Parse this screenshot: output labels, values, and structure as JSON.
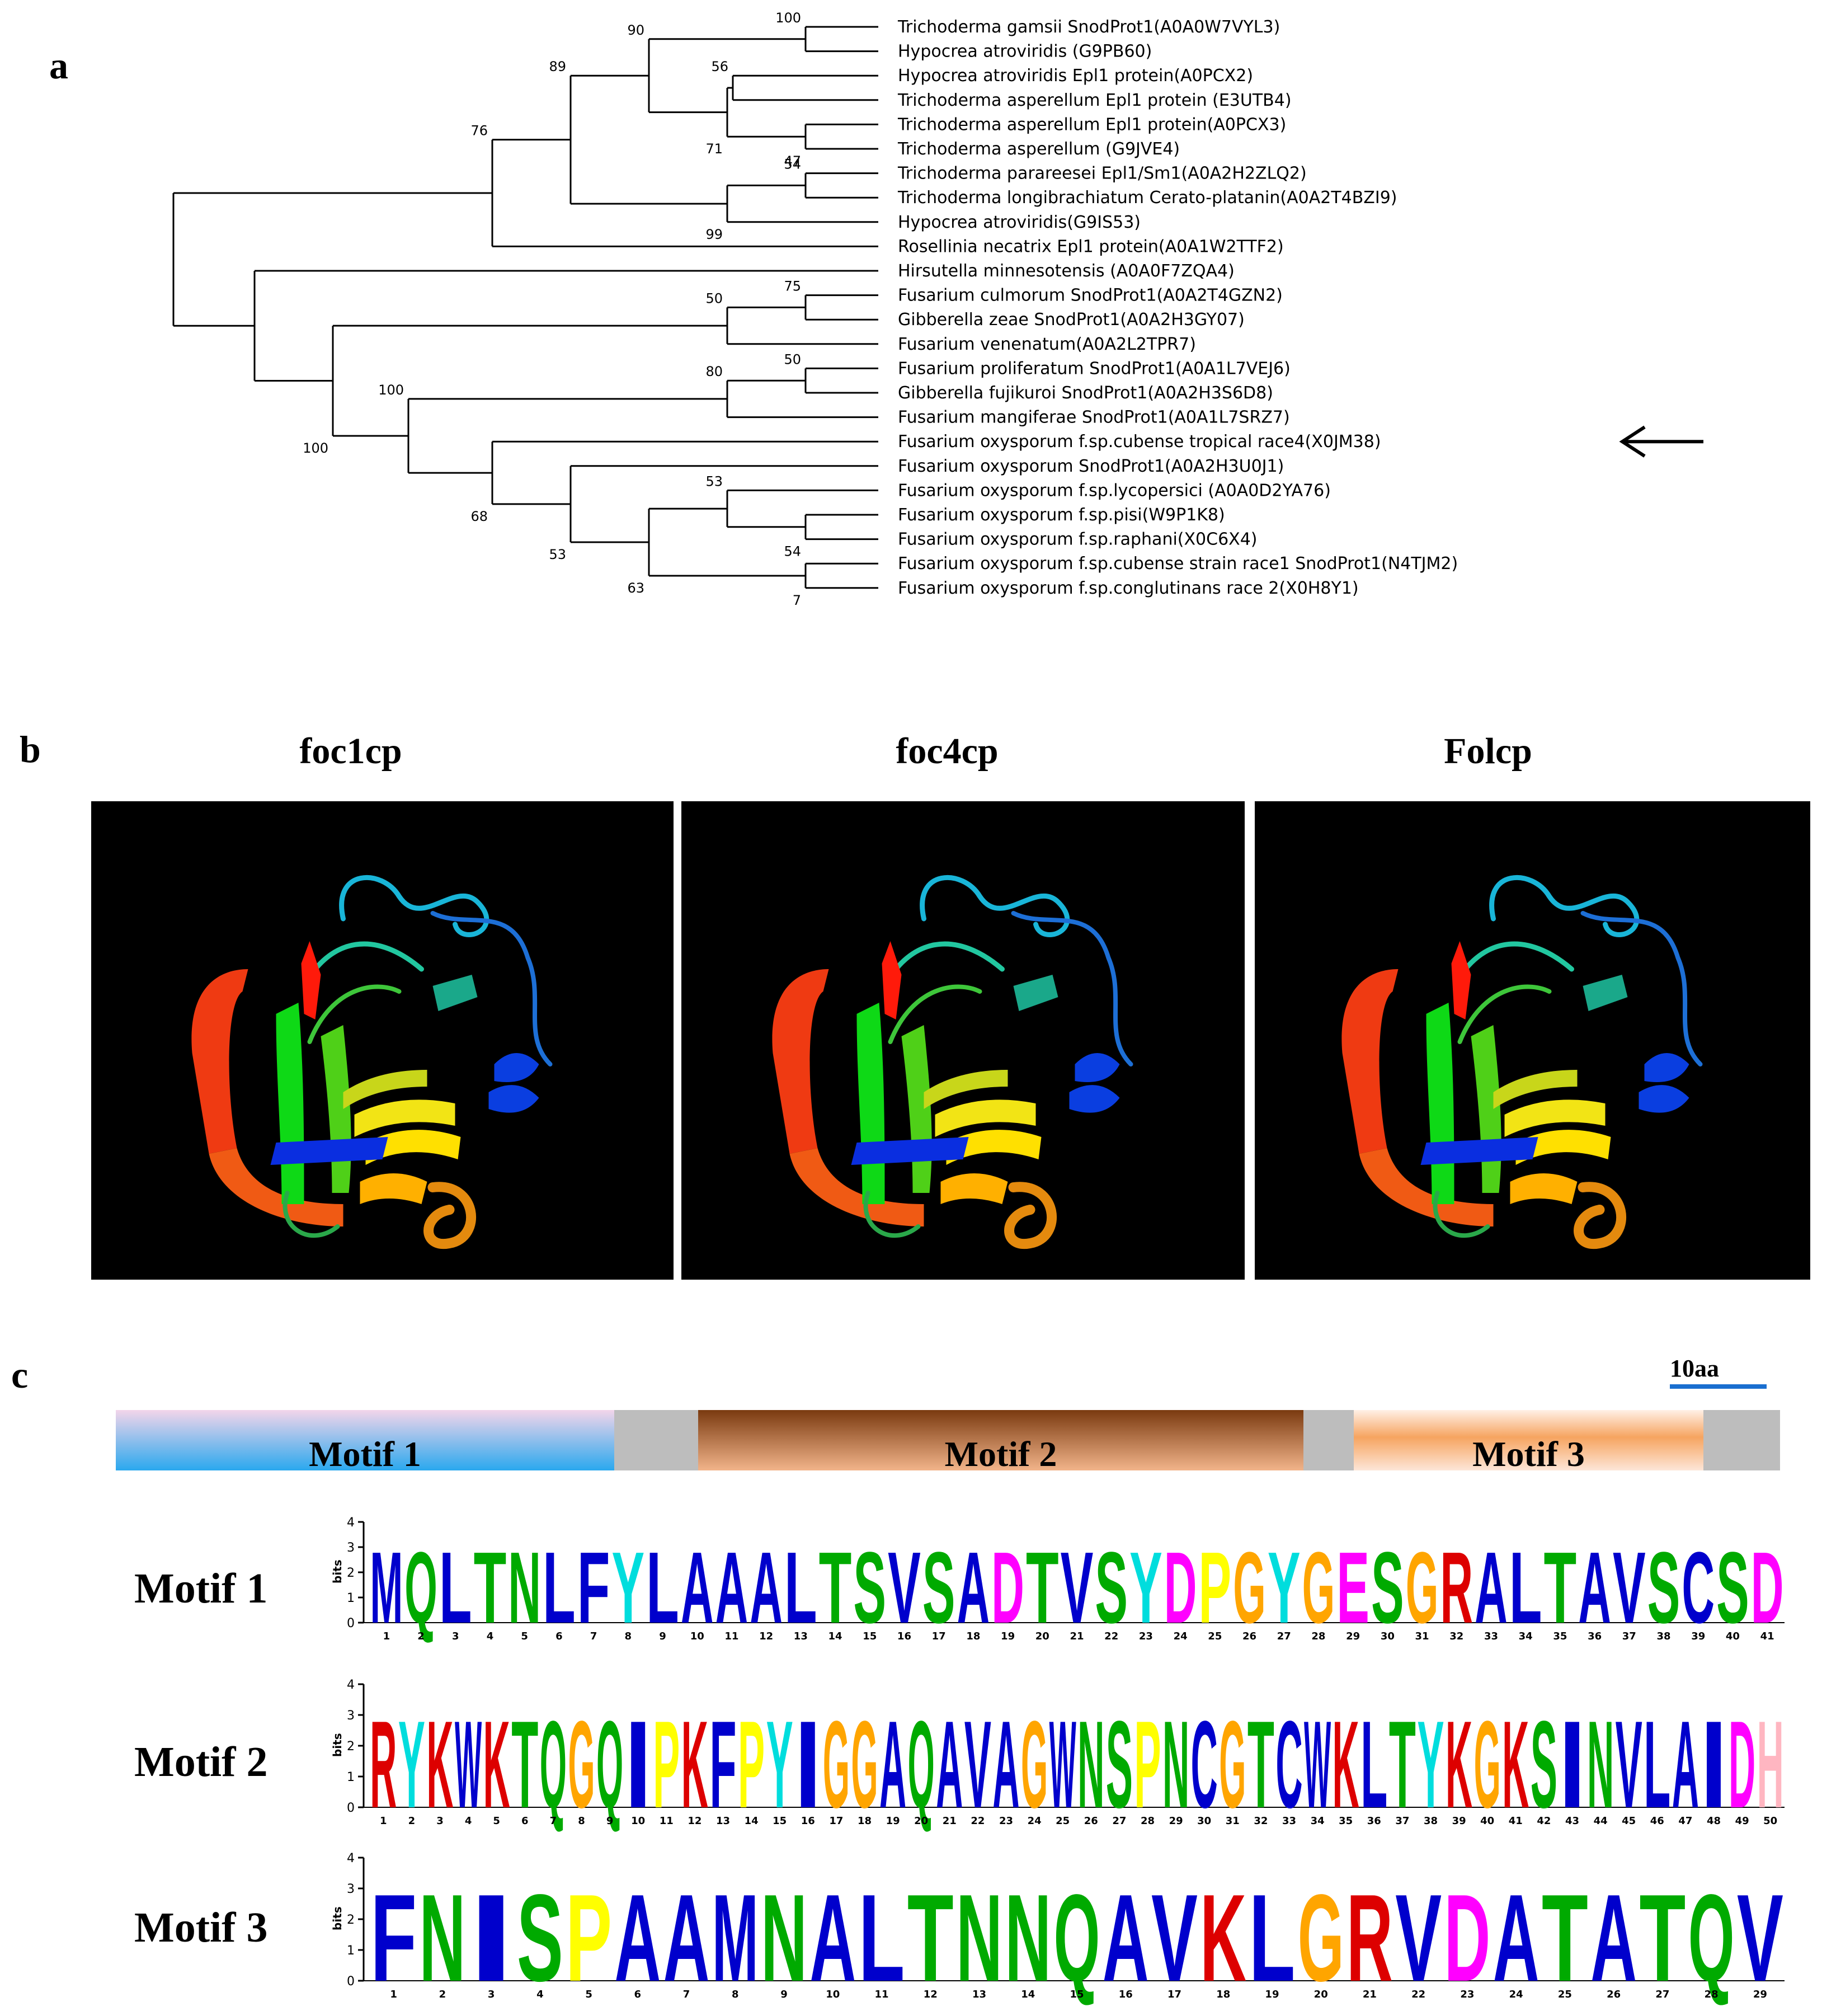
{
  "panels": {
    "a": "a",
    "b": "b",
    "c": "c"
  },
  "tree": {
    "leaves": [
      "Trichoderma gamsii SnodProt1(A0A0W7VYL3)",
      "Hypocrea atroviridis (G9PB60)",
      "Hypocrea atroviridis Epl1 protein(A0PCX2)",
      "Trichoderma asperellum Epl1 protein (E3UTB4)",
      "Trichoderma asperellum Epl1 protein(A0PCX3)",
      "Trichoderma asperellum (G9JVE4)",
      "Trichoderma parareesei Epl1/Sm1(A0A2H2ZLQ2)",
      "Trichoderma longibrachiatum Cerato-platanin(A0A2T4BZI9)",
      "Hypocrea atroviridis(G9IS53)",
      "Rosellinia necatrix Epl1 protein(A0A1W2TTF2)",
      "Hirsutella minnesotensis (A0A0F7ZQA4)",
      "Fusarium culmorum SnodProt1(A0A2T4GZN2)",
      "Gibberella zeae SnodProt1(A0A2H3GY07)",
      "Fusarium venenatum(A0A2L2TPR7)",
      "Fusarium proliferatum SnodProt1(A0A1L7VEJ6)",
      "Gibberella fujikuroi SnodProt1(A0A2H3S6D8)",
      "Fusarium mangiferae SnodProt1(A0A1L7SRZ7)",
      "Fusarium oxysporum f.sp.cubense tropical race4(X0JM38)",
      "Fusarium oxysporum SnodProt1(A0A2H3U0J1)",
      "Fusarium oxysporum f.sp.lycopersici (A0A0D2YA76)",
      "Fusarium oxysporum f.sp.pisi(W9P1K8)",
      "Fusarium oxysporum f.sp.raphani(X0C6X4)",
      "Fusarium oxysporum f.sp.cubense strain race1 SnodProt1(N4TJM2)",
      "Fusarium oxysporum f.sp.conglutinans race 2(X0H8Y1)"
    ],
    "bootstraps": [
      "100",
      "90",
      "56",
      "71",
      "47",
      "89",
      "54",
      "99",
      "76",
      "75",
      "50",
      "80",
      "50",
      "100",
      "100",
      "68",
      "53",
      "53",
      "54",
      "63",
      "7"
    ],
    "arrow_target": "Fusarium oxysporum f.sp.cubense tropical race4(X0JM38)"
  },
  "structures": {
    "titles": [
      "foc1cp",
      "foc4cp",
      "Folcp"
    ]
  },
  "motif_map": {
    "scale_label": "10aa",
    "motifs": [
      {
        "label": "Motif 1",
        "top": "#f3d5ea",
        "bottom": "#2aa8ee"
      },
      {
        "label": "Motif 2",
        "top": "#7a3a10",
        "bottom": "#f2b48a"
      },
      {
        "label": "Motif 3",
        "top": "#fff0e6",
        "bottom": "#f6a460"
      }
    ],
    "gap_color": "#bdbdbd"
  },
  "logos": {
    "axis_label": "bits",
    "axis_ticks": [
      "0",
      "1",
      "2",
      "3",
      "4"
    ],
    "rows": [
      {
        "title": "Motif 1",
        "letters": [
          "M",
          "Q",
          "L",
          "T",
          "N",
          "L",
          "F",
          "Y",
          "L",
          "A",
          "A",
          "A",
          "L",
          "T",
          "S",
          "V",
          "S",
          "A",
          "D",
          "T",
          "V",
          "S",
          "Y",
          "D",
          "P",
          "G",
          "Y",
          "G",
          "E",
          "S",
          "G",
          "R",
          "A",
          "L",
          "T",
          "A",
          "V",
          "S",
          "C",
          "S",
          "D"
        ]
      },
      {
        "title": "Motif 2",
        "letters": [
          "R",
          "Y",
          "K",
          "W",
          "K",
          "T",
          "Q",
          "G",
          "Q",
          "I",
          "P",
          "K",
          "F",
          "P",
          "Y",
          "I",
          "G",
          "G",
          "A",
          "Q",
          "A",
          "V",
          "A",
          "G",
          "W",
          "N",
          "S",
          "P",
          "N",
          "C",
          "G",
          "T",
          "C",
          "W",
          "K",
          "L",
          "T",
          "Y",
          "K",
          "G",
          "K",
          "S",
          "I",
          "N",
          "V",
          "L",
          "A",
          "I",
          "D",
          "H"
        ]
      },
      {
        "title": "Motif 3",
        "letters": [
          "F",
          "N",
          "I",
          "S",
          "P",
          "A",
          "A",
          "M",
          "N",
          "A",
          "L",
          "T",
          "N",
          "N",
          "Q",
          "A",
          "V",
          "K",
          "L",
          "G",
          "R",
          "V",
          "D",
          "A",
          "T",
          "A",
          "T",
          "Q",
          "V"
        ]
      }
    ]
  },
  "aa_colors": {
    "A": "#0000cc",
    "C": "#0000cc",
    "F": "#0000cc",
    "I": "#0000cc",
    "L": "#0000cc",
    "M": "#0000cc",
    "V": "#0000cc",
    "W": "#0000cc",
    "N": "#00aa00",
    "Q": "#00aa00",
    "S": "#00aa00",
    "T": "#00aa00",
    "D": "#ff00ff",
    "E": "#ff00ff",
    "K": "#dd0000",
    "R": "#dd0000",
    "G": "#ffa500",
    "H": "#ffb6c1",
    "P": "#ffff00",
    "Y": "#00dddd"
  }
}
